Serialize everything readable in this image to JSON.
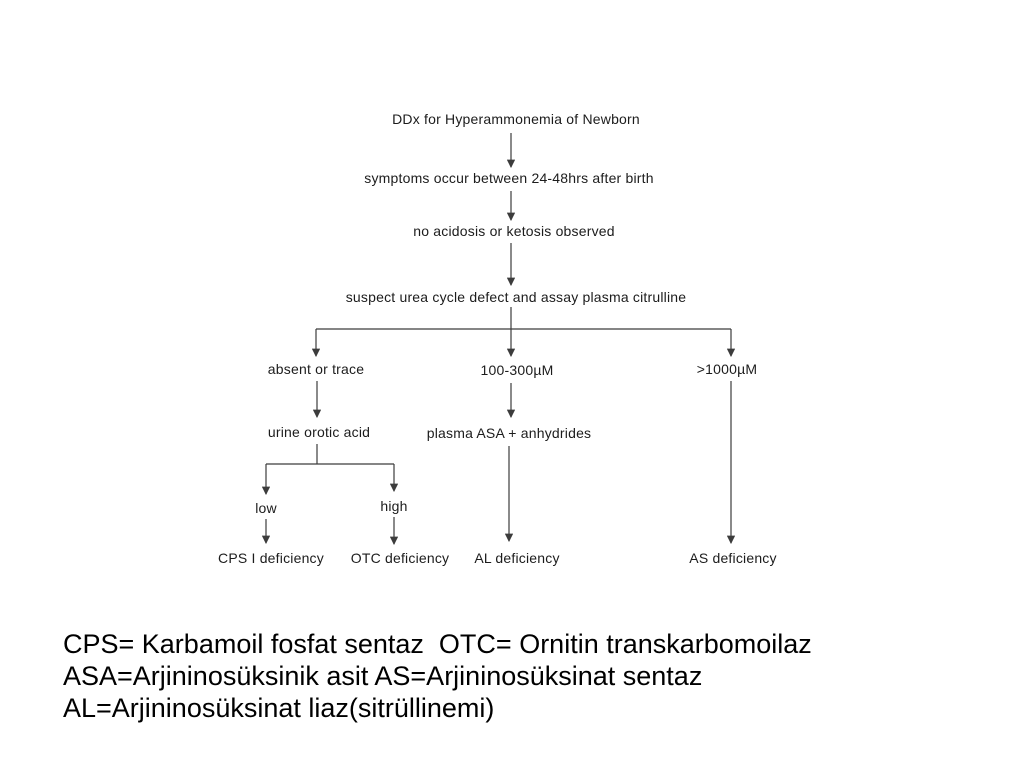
{
  "slide": {
    "background_color": "#ffffff",
    "line_color": "#3c3c3c",
    "text_color": "#000000"
  },
  "flowchart": {
    "nodes": {
      "title": "DDx for Hyperammonemia of Newborn",
      "symptoms": "symptoms occur between 24-48hrs after birth",
      "acidosis": "no acidosis or ketosis observed",
      "suspect": "suspect urea cycle defect and assay plasma citrulline",
      "citrulline_absent": "absent or trace",
      "citrulline_mid": "100-300µM",
      "citrulline_high": ">1000µM",
      "urine_orotic": "urine orotic acid",
      "plasma_asa": "plasma ASA + anhydrides",
      "orotic_low": "low",
      "orotic_high": "high",
      "dx_cps": "CPS I deficiency",
      "dx_otc": "OTC deficiency",
      "dx_al": "AL deficiency",
      "dx_as": "AS deficiency"
    },
    "edges": [
      {
        "from": "title",
        "to": "symptoms"
      },
      {
        "from": "symptoms",
        "to": "acidosis"
      },
      {
        "from": "acidosis",
        "to": "suspect"
      },
      {
        "from": "suspect",
        "to": "citrulline_absent"
      },
      {
        "from": "suspect",
        "to": "citrulline_mid"
      },
      {
        "from": "suspect",
        "to": "citrulline_high"
      },
      {
        "from": "citrulline_absent",
        "to": "urine_orotic"
      },
      {
        "from": "citrulline_mid",
        "to": "plasma_asa"
      },
      {
        "from": "citrulline_high",
        "to": "dx_as"
      },
      {
        "from": "urine_orotic",
        "to": "orotic_low"
      },
      {
        "from": "urine_orotic",
        "to": "orotic_high"
      },
      {
        "from": "orotic_low",
        "to": "dx_cps"
      },
      {
        "from": "orotic_high",
        "to": "dx_otc"
      },
      {
        "from": "plasma_asa",
        "to": "dx_al"
      }
    ]
  },
  "legend": {
    "lines": [
      "CPS= Karbamoil fosfat sentaz  OTC= Ornitin transkarbomoilaz",
      "ASA=Arjininosüksinik asit AS=Arjininosüksinat sentaz",
      "AL=Arjininosüksinat liaz(sitrüllinemi)"
    ]
  }
}
